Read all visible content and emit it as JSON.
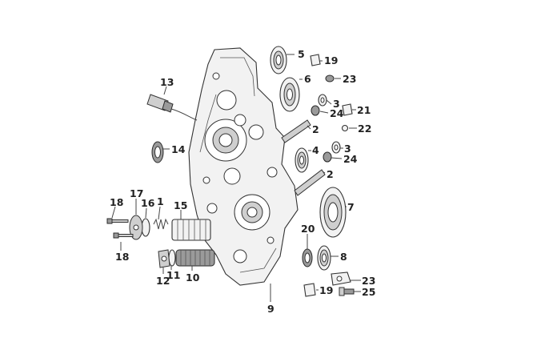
{
  "diagram": {
    "kind": "exploded-parts-view",
    "subject": "crankcase half with bearings, shafts and oil filter",
    "line_color": "#333333",
    "label_color": "#222222"
  },
  "callouts": {
    "c1": "1",
    "c2a": "2",
    "c2b": "2",
    "c3a": "3",
    "c3b": "3",
    "c4": "4",
    "c5": "5",
    "c6": "6",
    "c7": "7",
    "c8": "8",
    "c9": "9",
    "c10": "10",
    "c11": "11",
    "c12": "12",
    "c13": "13",
    "c14": "14",
    "c15": "15",
    "c16": "16",
    "c17": "17",
    "c18a": "18",
    "c18b": "18",
    "c19a": "19",
    "c19b": "19",
    "c20": "20",
    "c21": "21",
    "c22": "22",
    "c23a": "23",
    "c23b": "23",
    "c24a": "24",
    "c24b": "24",
    "c25": "25"
  }
}
